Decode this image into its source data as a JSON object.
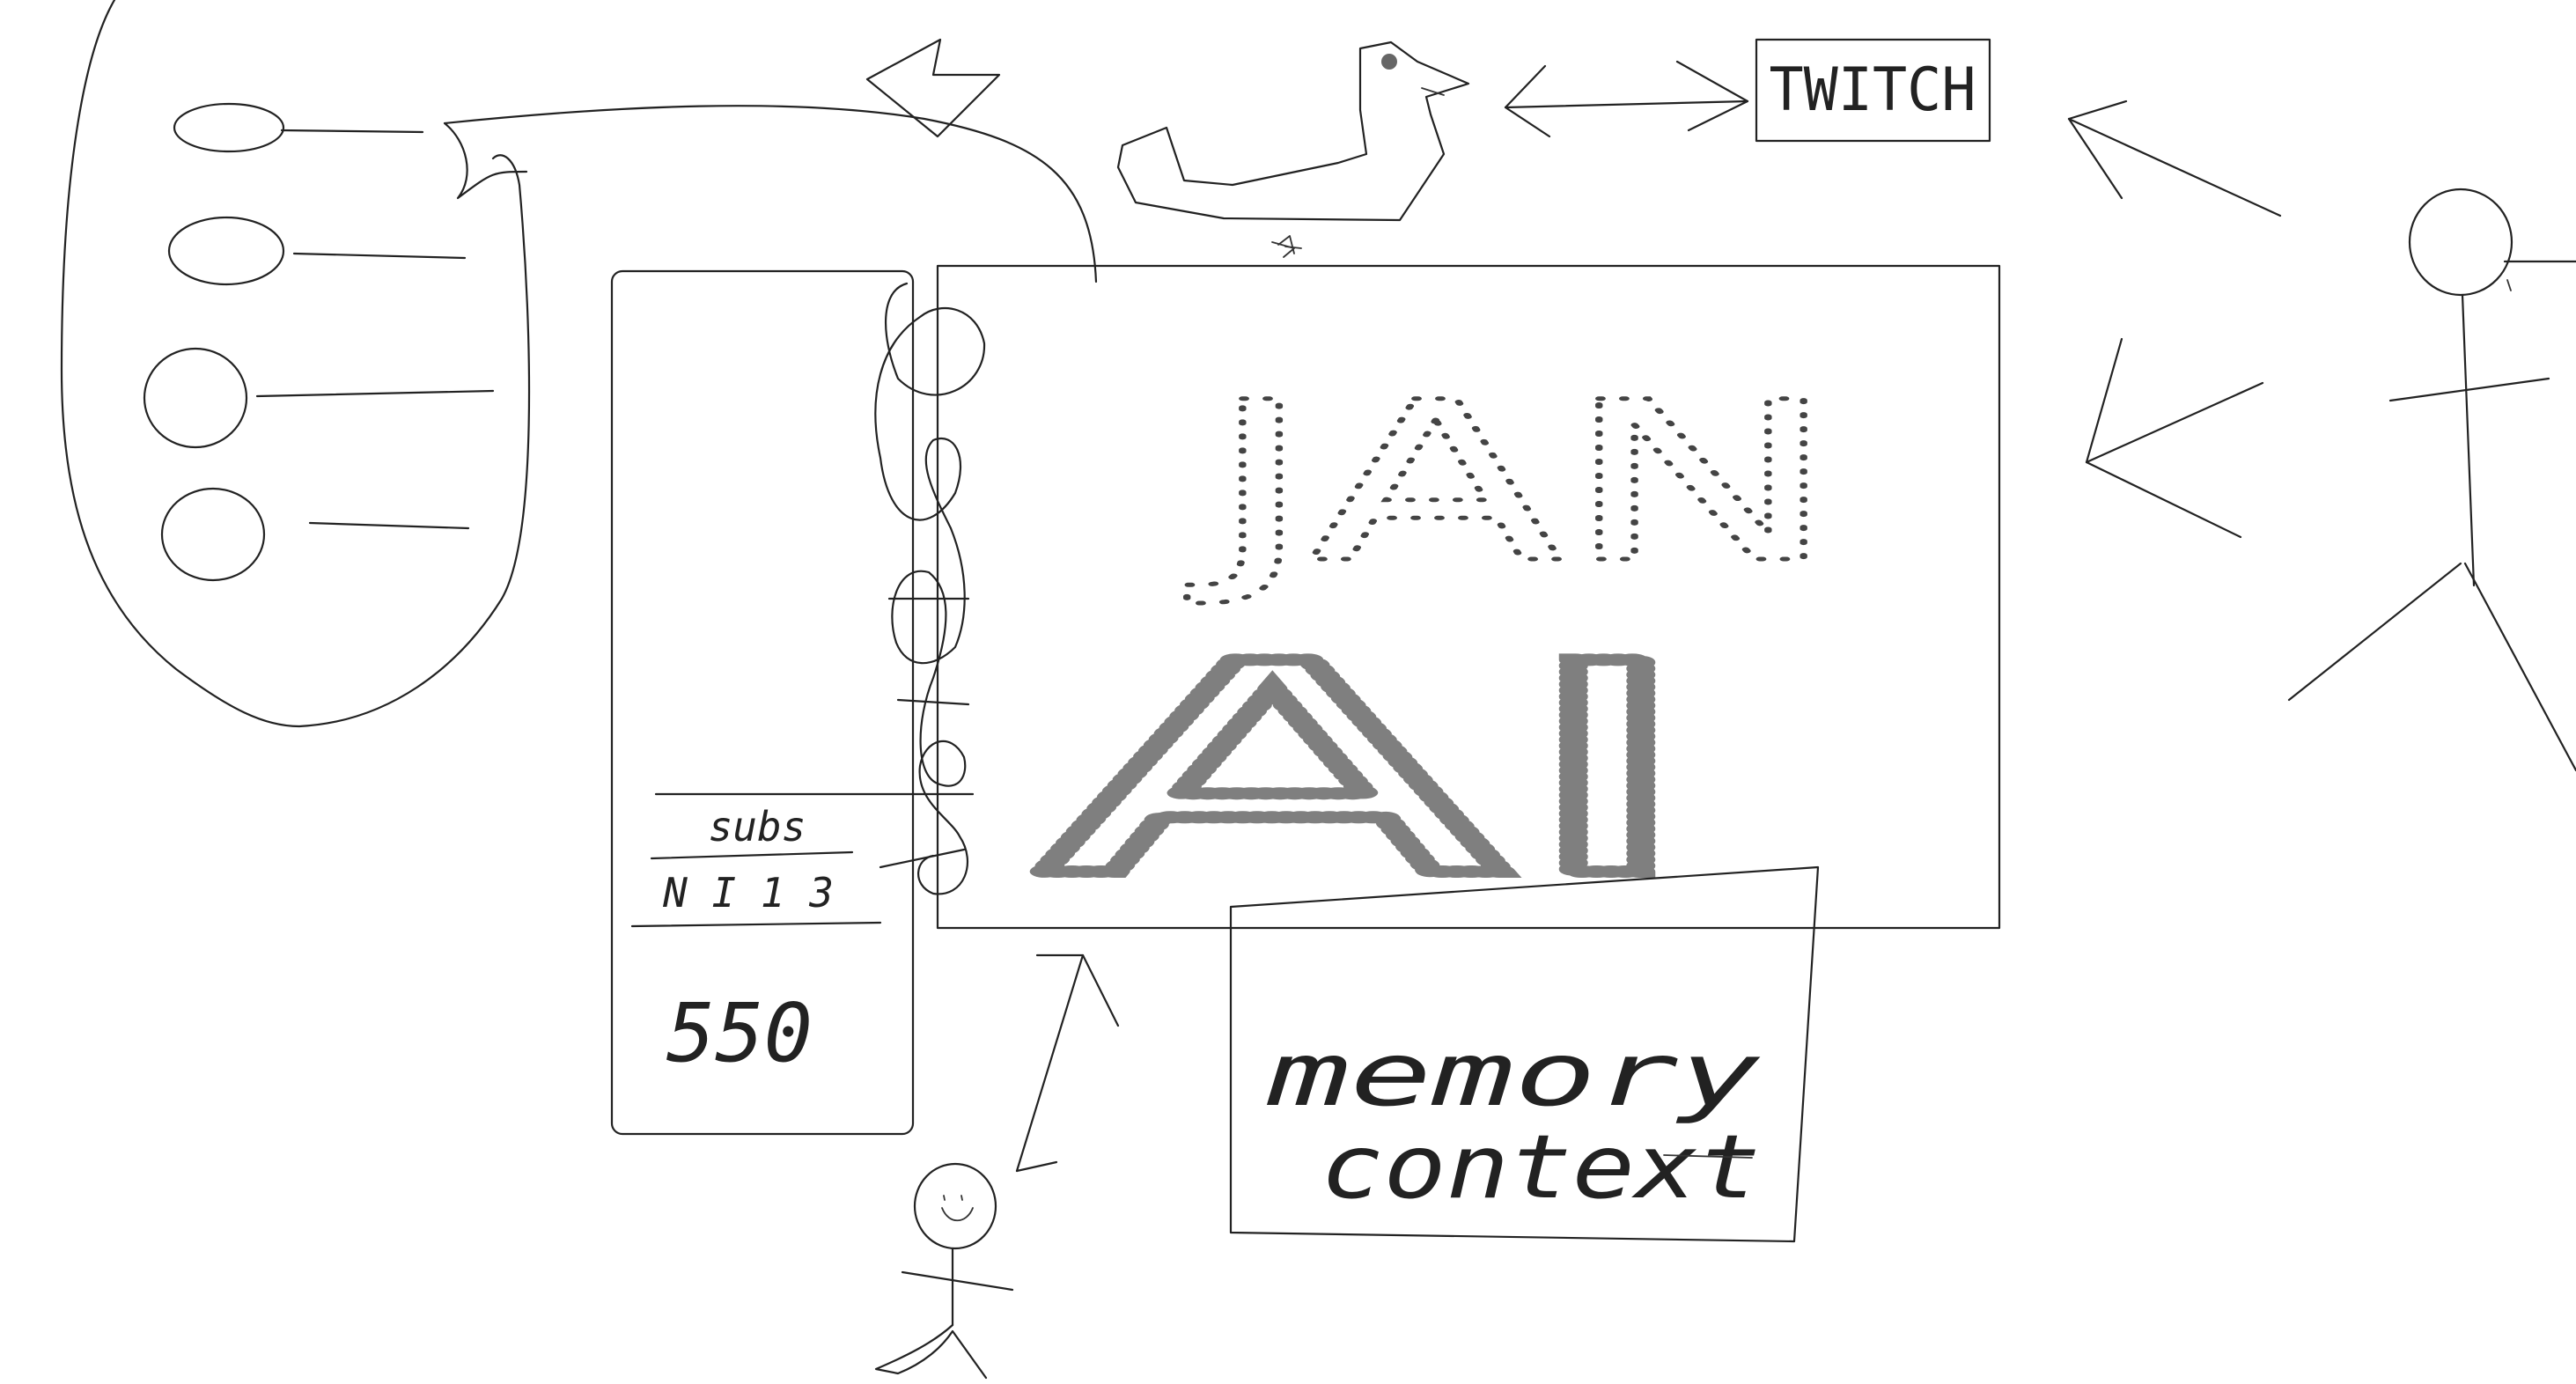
{
  "diagram": {
    "twitch_label": "TWITCH",
    "jan_label": "JAN",
    "ai_label": "AI",
    "box_memory_line": "memory",
    "box_context_line": "context",
    "panel_sub_line1": "subs",
    "panel_sub_line2": "N I 1 3",
    "panel_number": "550",
    "colors": {
      "ink": "#222222",
      "background": "#ffffff"
    }
  }
}
